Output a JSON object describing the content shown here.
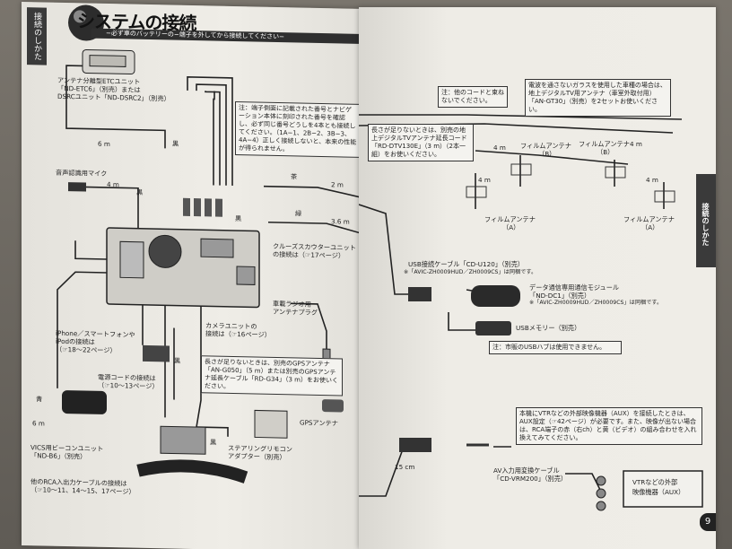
{
  "left": {
    "side_tab": "接続のしかた",
    "title": "システムの接続",
    "subtitle": "−必ず車のバッテリーの−端子を外してから接続してください−",
    "etc_unit": [
      "アンテナ分離型ETCユニット",
      "「ND-ETC6」（別売）または",
      "DSRCユニット「ND-DSRC2」（別売）"
    ],
    "len_6m": "6 m",
    "black": "黒",
    "mic": "音声認識用マイク",
    "len_4m": "4 m",
    "note_terminal": "注：端子側面に記載された番号とナビゲーション本体に刻印された番号を確認し、必ず同じ番号どうしを4本とも接続してください。（1A−1、2B−2、3B−3、4A−4）正しく接続しないと、本来の性能が得られません。",
    "tea": "茶",
    "len_2m": "2 m",
    "green": "緑",
    "len_36m": "3.6 m",
    "cruise_scout": [
      "クルーズスカウターユニット",
      "の接続は（☞17ページ）"
    ],
    "radio_plug": [
      "車載ラジオ用",
      "アンテナプラグ"
    ],
    "camera_unit": [
      "カメラユニットの",
      "接続は（☞16ページ）"
    ],
    "iphone": [
      "iPhone／スマートフォンや",
      "iPodの接続は",
      "（☞18〜22ページ）"
    ],
    "power_cord": [
      "電源コードの接続は",
      "（☞10〜13ページ）"
    ],
    "gps_note": "長さが足りないときは、別売のGPSアンテナ「AN-G050」（5 m）または別売のGPSアンテナ延長ケーブル「RD-G34」（3 m）をお使いください。",
    "gps_antenna": "GPSアンテナ",
    "blue": "青",
    "vics": [
      "VICS用ビーコンユニット",
      "「ND-B6」（別売）"
    ],
    "steering": [
      "ステアリングリモコン",
      "アダプター（別売）"
    ],
    "rca": [
      "他のRCA入出力ケーブルの接続は",
      "（☞10〜11、14〜15、17ページ）"
    ]
  },
  "right": {
    "note_bundle": "注：他のコードと束ねないでください。",
    "note_glass": "電波を通さないガラスを使用した車種の場合は、地上デジタルTV用アンテナ（車室外取付用）「AN-GT30」（別売）を2セットお使いください。",
    "note_extension": "長さが足りないときは、別売の地上デジタルTVアンテナ延長コード「RD-DTV130E」（3 m）（2本一組）をお使いください。",
    "film_antenna": "フィルムアンテナ",
    "film_b": "（B）",
    "film_a": "（A）",
    "len_4m": "4 m",
    "usb_cable": [
      "USB接続ケーブル「CD-U120」（別売）",
      "※「AVIC-ZH0009HUD／ZH0009CS」は同梱です。"
    ],
    "data_module": [
      "データ通信専用通信モジュール",
      "「ND-DC1」（別売）",
      "※「AVIC-ZH0009HUD／ZH0009CS」は同梱です。"
    ],
    "usb_memory": "USBメモリー（別売）",
    "note_hub": "注：市販のUSBハブは使用できません。",
    "aux_note": "本機にVTRなどの外部映像機器（AUX）を接続したときは、AUX設定（☞42ページ）が必要です。また、映像が出ない場合は、RCA端子の赤（右ch）と黄（ビデオ）の組み合わせを入れ換えてみてください。",
    "len_15cm": "15 cm",
    "av_cable": [
      "AV入力用変換ケーブル",
      "「CD-VRM200」（別売）"
    ],
    "vtr": [
      "VTRなどの外部",
      "映像機器（AUX）"
    ],
    "side_tab": "接続のしかた",
    "page_num": "9"
  }
}
